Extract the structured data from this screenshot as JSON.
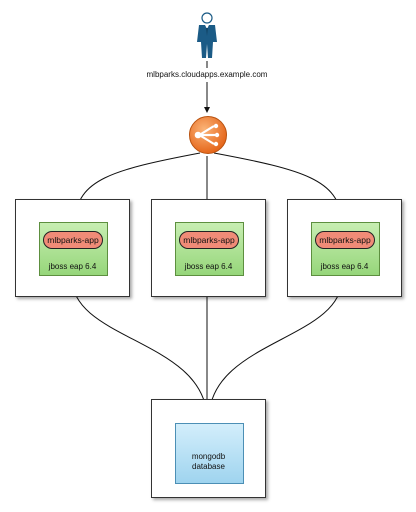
{
  "route": {
    "hostname": "mlbparks.cloudapps.example.com"
  },
  "load_balancer": {
    "icon": "load-balancer-icon",
    "color": "#f07a2a"
  },
  "user": {
    "icon": "user-icon",
    "color": "#1b5b86"
  },
  "nodes": [
    {
      "app": "mlbparks-app",
      "runtime": "jboss eap 6.4"
    },
    {
      "app": "mlbparks-app",
      "runtime": "jboss eap 6.4"
    },
    {
      "app": "mlbparks-app",
      "runtime": "jboss eap 6.4"
    }
  ],
  "database": {
    "line1": "mongodb",
    "line2": "database"
  },
  "colors": {
    "gear_fill": "#a9e08e",
    "app_pill": "#f08b77",
    "db_fill": "#b8e0f5"
  }
}
